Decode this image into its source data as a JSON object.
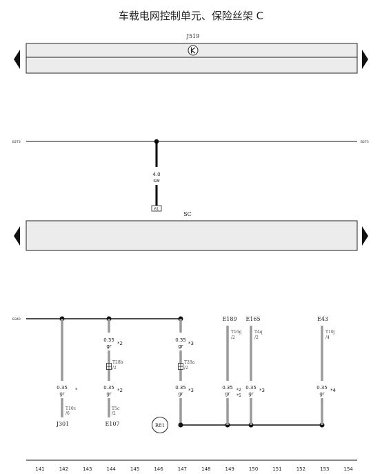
{
  "title": "车载电网控制单元、保险丝架 C",
  "colors": {
    "wire_black": "#000000",
    "wire_grey": "#9a9a9a",
    "band_fill": "#ececec",
    "line": "#222222"
  },
  "units": {
    "top": {
      "label": "J519",
      "icon": "relay-coil-icon"
    },
    "bottom": {
      "label": "SC"
    }
  },
  "bus_lines": {
    "upper": "B273",
    "lower": "B340"
  },
  "main_wire": {
    "size": "4.0",
    "color": "sw",
    "terminal": "61"
  },
  "branches": {
    "j301": {
      "size": "0.35",
      "color": "gr",
      "note": "*",
      "connector": "T10c",
      "pin": "/6",
      "component": "J301"
    },
    "e107": {
      "size_top": "0.35",
      "color_top": "gr",
      "note_top": "*2",
      "plug": "T28b",
      "plug_pin": "/2",
      "size_bottom": "0.35",
      "color_bottom": "gr",
      "note_bottom": "*2",
      "connector": "T5c",
      "pin": "/2",
      "component": "E107"
    },
    "mid": {
      "size_top": "0.35",
      "color_top": "gr",
      "note_top": "*3",
      "plug": "T28a",
      "plug_pin": "/2",
      "size_bottom": "0.35",
      "color_bottom": "gr",
      "note_bottom": "*3"
    },
    "e189": {
      "component": "E189",
      "connector": "T16g",
      "pin": "/2",
      "size": "0.35",
      "color": "gr",
      "note": "*2",
      "note2": "*5"
    },
    "e165": {
      "component": "E165",
      "connector": "T4q",
      "pin": "/2",
      "size": "0.35",
      "color": "gr",
      "note": "*3"
    },
    "e43": {
      "component": "E43",
      "connector": "T10j",
      "pin": "/4",
      "size": "0.35",
      "color": "gr",
      "note": "*4"
    }
  },
  "ground_point": "R81",
  "grid_numbers": [
    "141",
    "142",
    "143",
    "144",
    "145",
    "146",
    "147",
    "148",
    "149",
    "150",
    "151",
    "152",
    "153",
    "154"
  ]
}
